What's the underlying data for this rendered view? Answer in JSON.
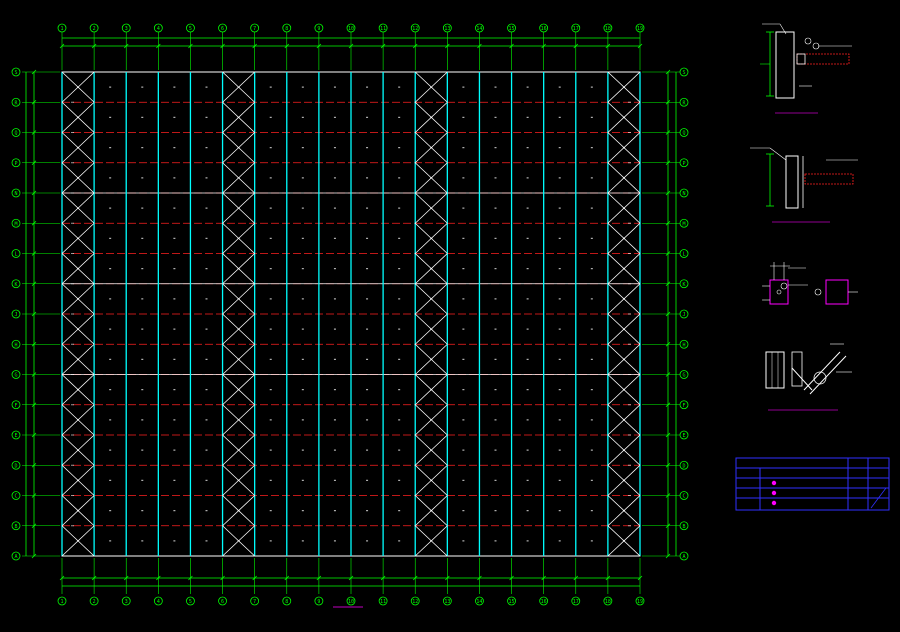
{
  "drawing": {
    "colors": {
      "background": "#000000",
      "dimension": "#00ff00",
      "grid_line": "#ffffff",
      "purlin": "#ff2020",
      "column": "#00ffff",
      "detail_text": "#ffffff",
      "table_border": "#3030ff",
      "title_underline": "#c000c0",
      "table_symbol": "#ff00ff"
    },
    "axis_x_labels": [
      "1",
      "2",
      "3",
      "4",
      "5",
      "6",
      "7",
      "8",
      "9",
      "10",
      "11",
      "12",
      "13",
      "14",
      "15",
      "16",
      "17",
      "18",
      "19"
    ],
    "axis_y_labels": [
      "A",
      "B",
      "C",
      "D",
      "E",
      "F",
      "G",
      "H",
      "J",
      "K",
      "L",
      "M",
      "N",
      "P",
      "Q",
      "R",
      "S"
    ],
    "plan_title": "",
    "detail_titles": [],
    "table": {
      "header": [
        "",
        "",
        "",
        ""
      ],
      "rows": [
        {
          "code": "",
          "name": "",
          "spec": "",
          "material": ""
        },
        {
          "code": "",
          "name": "",
          "spec": "",
          "material": ""
        },
        {
          "code": "",
          "name": "",
          "spec": "",
          "material": ""
        }
      ]
    }
  }
}
